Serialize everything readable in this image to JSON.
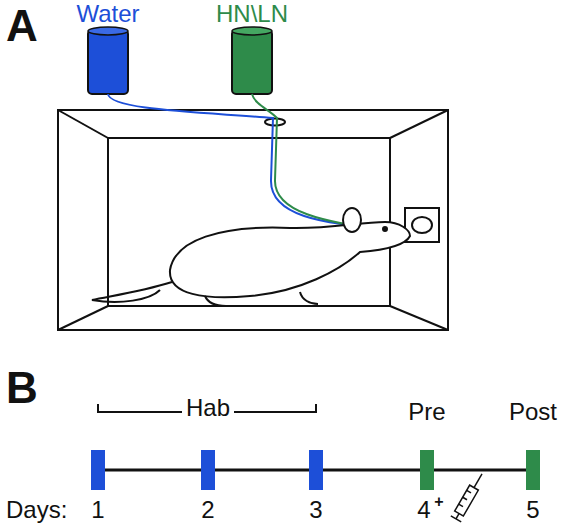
{
  "diagram": {
    "labels": [
      "A",
      "Water",
      "HN\\LN",
      "B",
      "Hab",
      "Pre",
      "Post",
      "Days:",
      "1",
      "2",
      "3",
      "4",
      "+",
      "5"
    ]
  }
}
